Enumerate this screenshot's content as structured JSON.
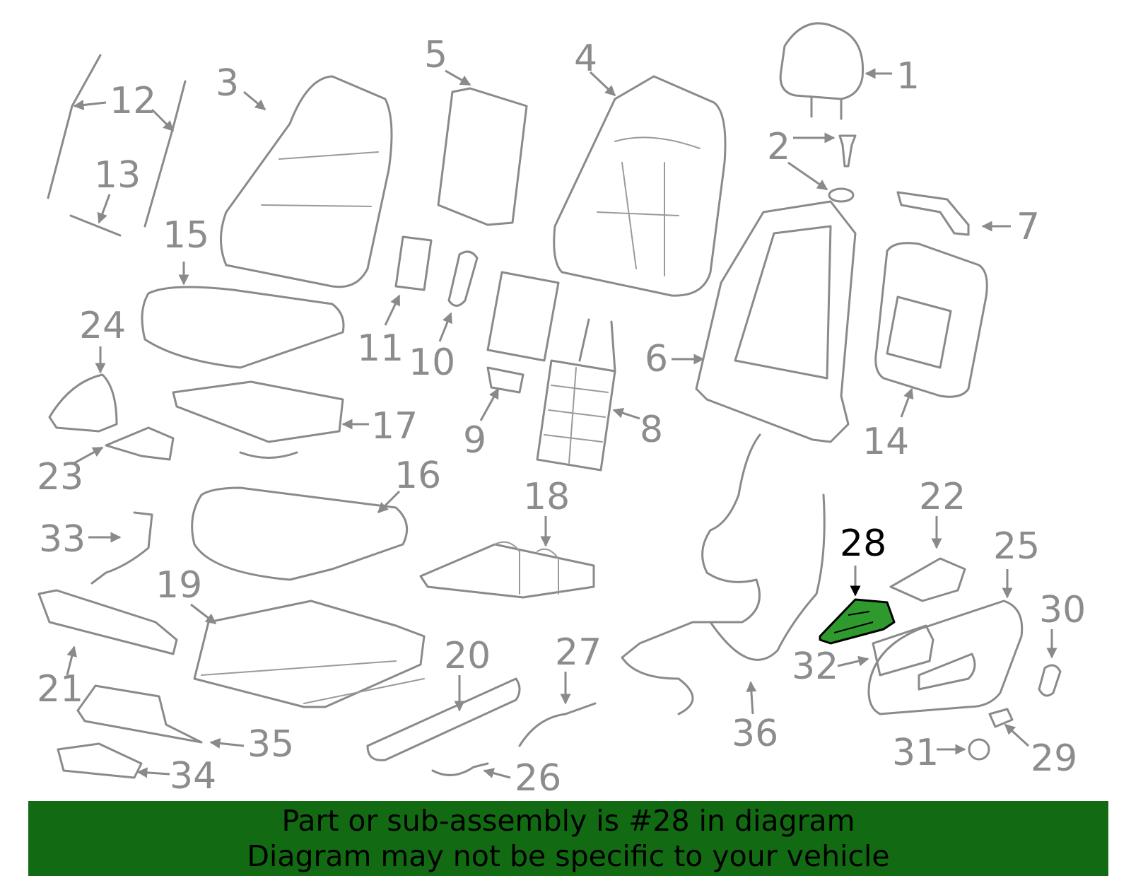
{
  "diagram": {
    "highlight_color": "#2e9a2e",
    "highlighted_callout": "28",
    "callouts": [
      "1",
      "2",
      "3",
      "4",
      "5",
      "6",
      "7",
      "8",
      "9",
      "10",
      "11",
      "12",
      "13",
      "14",
      "15",
      "16",
      "17",
      "18",
      "19",
      "20",
      "21",
      "22",
      "23",
      "24",
      "25",
      "26",
      "27",
      "28",
      "29",
      "30",
      "31",
      "32",
      "33",
      "34",
      "35",
      "36"
    ]
  },
  "banner": {
    "background": "#126b12",
    "line1": "Part or sub-assembly is #28 in diagram",
    "line2": "Diagram may not be specific to your vehicle"
  }
}
